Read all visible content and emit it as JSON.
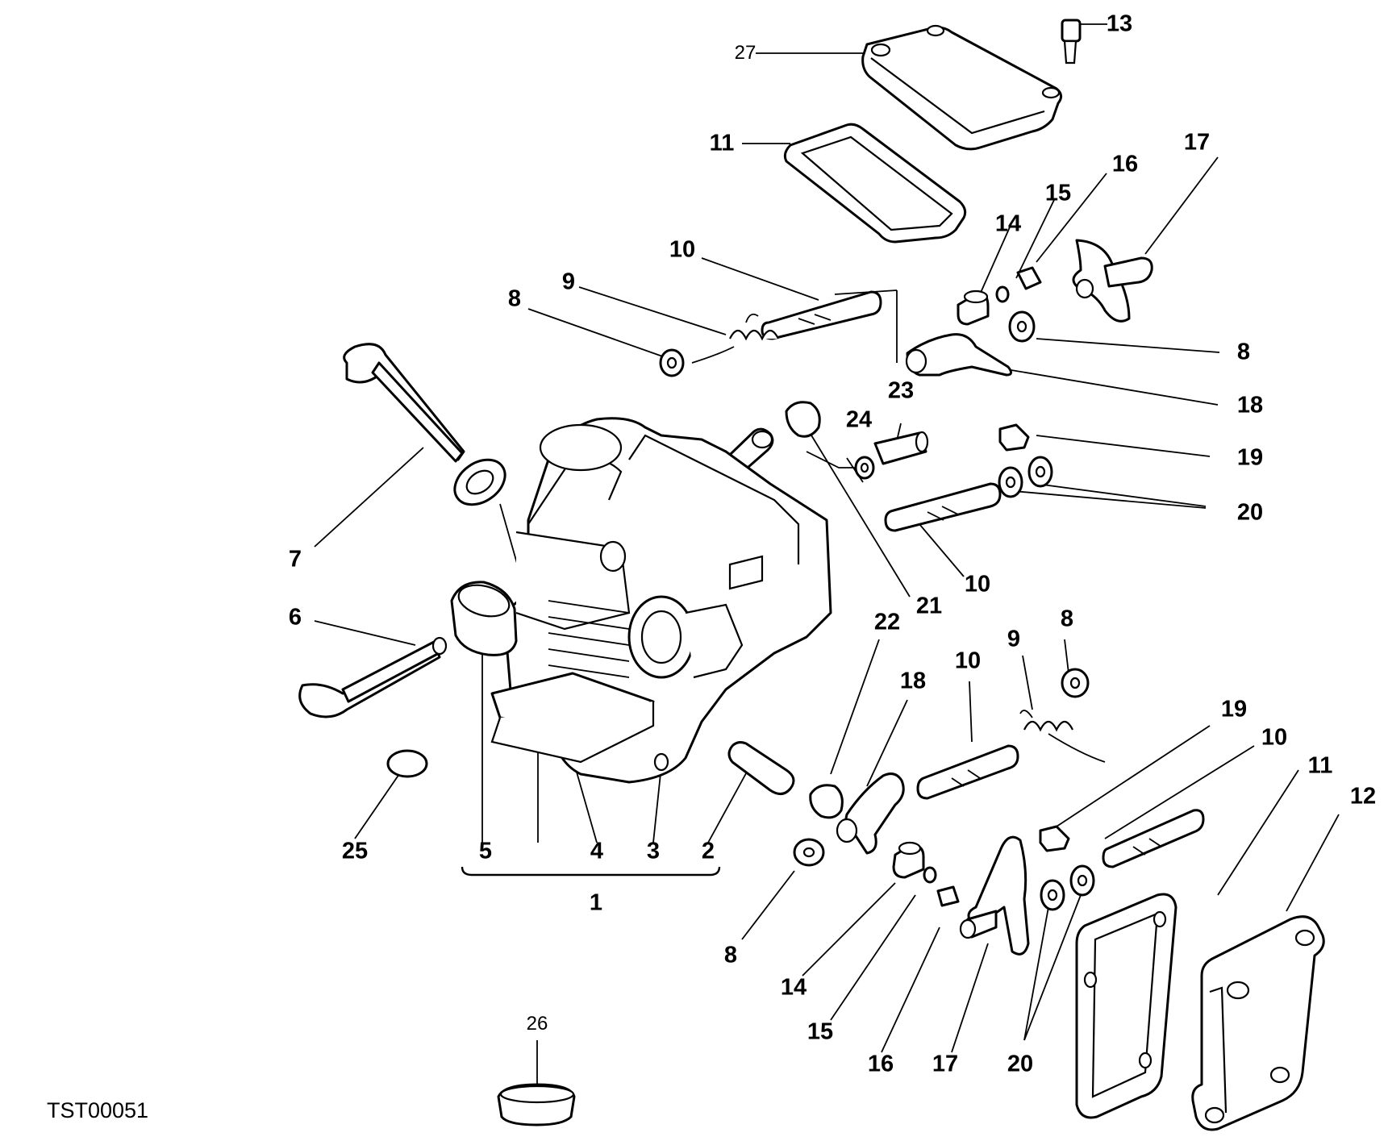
{
  "diagram": {
    "code": "TST00051",
    "labels": [
      {
        "id": "1",
        "text": "1"
      },
      {
        "id": "2",
        "text": "2"
      },
      {
        "id": "3",
        "text": "3"
      },
      {
        "id": "4",
        "text": "4"
      },
      {
        "id": "5",
        "text": "5"
      },
      {
        "id": "6",
        "text": "6"
      },
      {
        "id": "7",
        "text": "7"
      },
      {
        "id": "8a",
        "text": "8"
      },
      {
        "id": "8b",
        "text": "8"
      },
      {
        "id": "8c",
        "text": "8"
      },
      {
        "id": "8d",
        "text": "8"
      },
      {
        "id": "9a",
        "text": "9"
      },
      {
        "id": "9b",
        "text": "9"
      },
      {
        "id": "10a",
        "text": "10"
      },
      {
        "id": "10b",
        "text": "10"
      },
      {
        "id": "10c",
        "text": "10"
      },
      {
        "id": "10d",
        "text": "10"
      },
      {
        "id": "11a",
        "text": "11"
      },
      {
        "id": "11b",
        "text": "11"
      },
      {
        "id": "12",
        "text": "12"
      },
      {
        "id": "13",
        "text": "13"
      },
      {
        "id": "14a",
        "text": "14"
      },
      {
        "id": "14b",
        "text": "14"
      },
      {
        "id": "15a",
        "text": "15"
      },
      {
        "id": "15b",
        "text": "15"
      },
      {
        "id": "16a",
        "text": "16"
      },
      {
        "id": "16b",
        "text": "16"
      },
      {
        "id": "17a",
        "text": "17"
      },
      {
        "id": "17b",
        "text": "17"
      },
      {
        "id": "18a",
        "text": "18"
      },
      {
        "id": "18b",
        "text": "18"
      },
      {
        "id": "19a",
        "text": "19"
      },
      {
        "id": "19b",
        "text": "19"
      },
      {
        "id": "20a",
        "text": "20"
      },
      {
        "id": "20b",
        "text": "20"
      },
      {
        "id": "21",
        "text": "21"
      },
      {
        "id": "22",
        "text": "22"
      },
      {
        "id": "23",
        "text": "23"
      },
      {
        "id": "24",
        "text": "24"
      },
      {
        "id": "25",
        "text": "25"
      },
      {
        "id": "26",
        "text": "26"
      },
      {
        "id": "27",
        "text": "27"
      }
    ]
  }
}
